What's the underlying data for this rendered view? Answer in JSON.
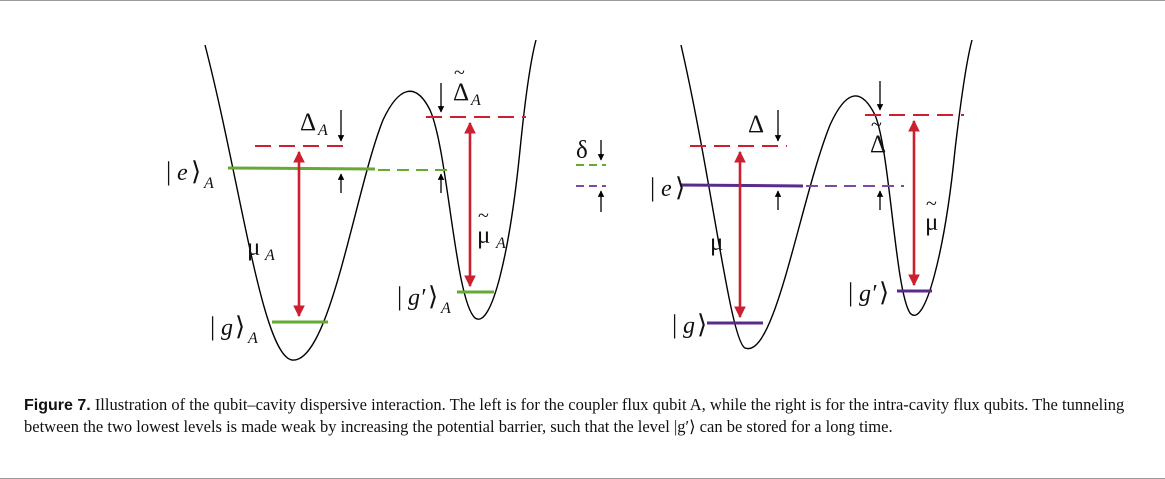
{
  "colors": {
    "curve": "#000000",
    "green": "#66aa33",
    "red": "#cc2030",
    "purple": "#5a2a8c",
    "purple_dash": "#7a4aa8"
  },
  "left": {
    "delta": "Δ",
    "delta_sub": "A",
    "delta_tilde": "Δ",
    "delta_tilde_sub": "A",
    "mu": "μ",
    "mu_sub": "A",
    "mu_tilde": "μ",
    "mu_tilde_sub": "A",
    "ket_e": "e",
    "ket_g": "g",
    "ket_gp": "g′",
    "ket_sub": "A"
  },
  "middle": {
    "delta_small": "δ"
  },
  "right": {
    "delta": "Δ",
    "delta_tilde": "Δ",
    "mu": "μ",
    "mu_tilde": "μ",
    "ket_e": "e",
    "ket_g": "g",
    "ket_gp": "g′"
  },
  "caption": {
    "label": "Figure 7.",
    "text": " Illustration of the qubit–cavity dispersive interaction. The left is for the coupler flux qubit A, while the right is for the intra-cavity flux qubits. The tunneling between the two lowest levels is made weak by increasing the potential barrier, such that the level |g′⟩ can be stored for a long time."
  }
}
